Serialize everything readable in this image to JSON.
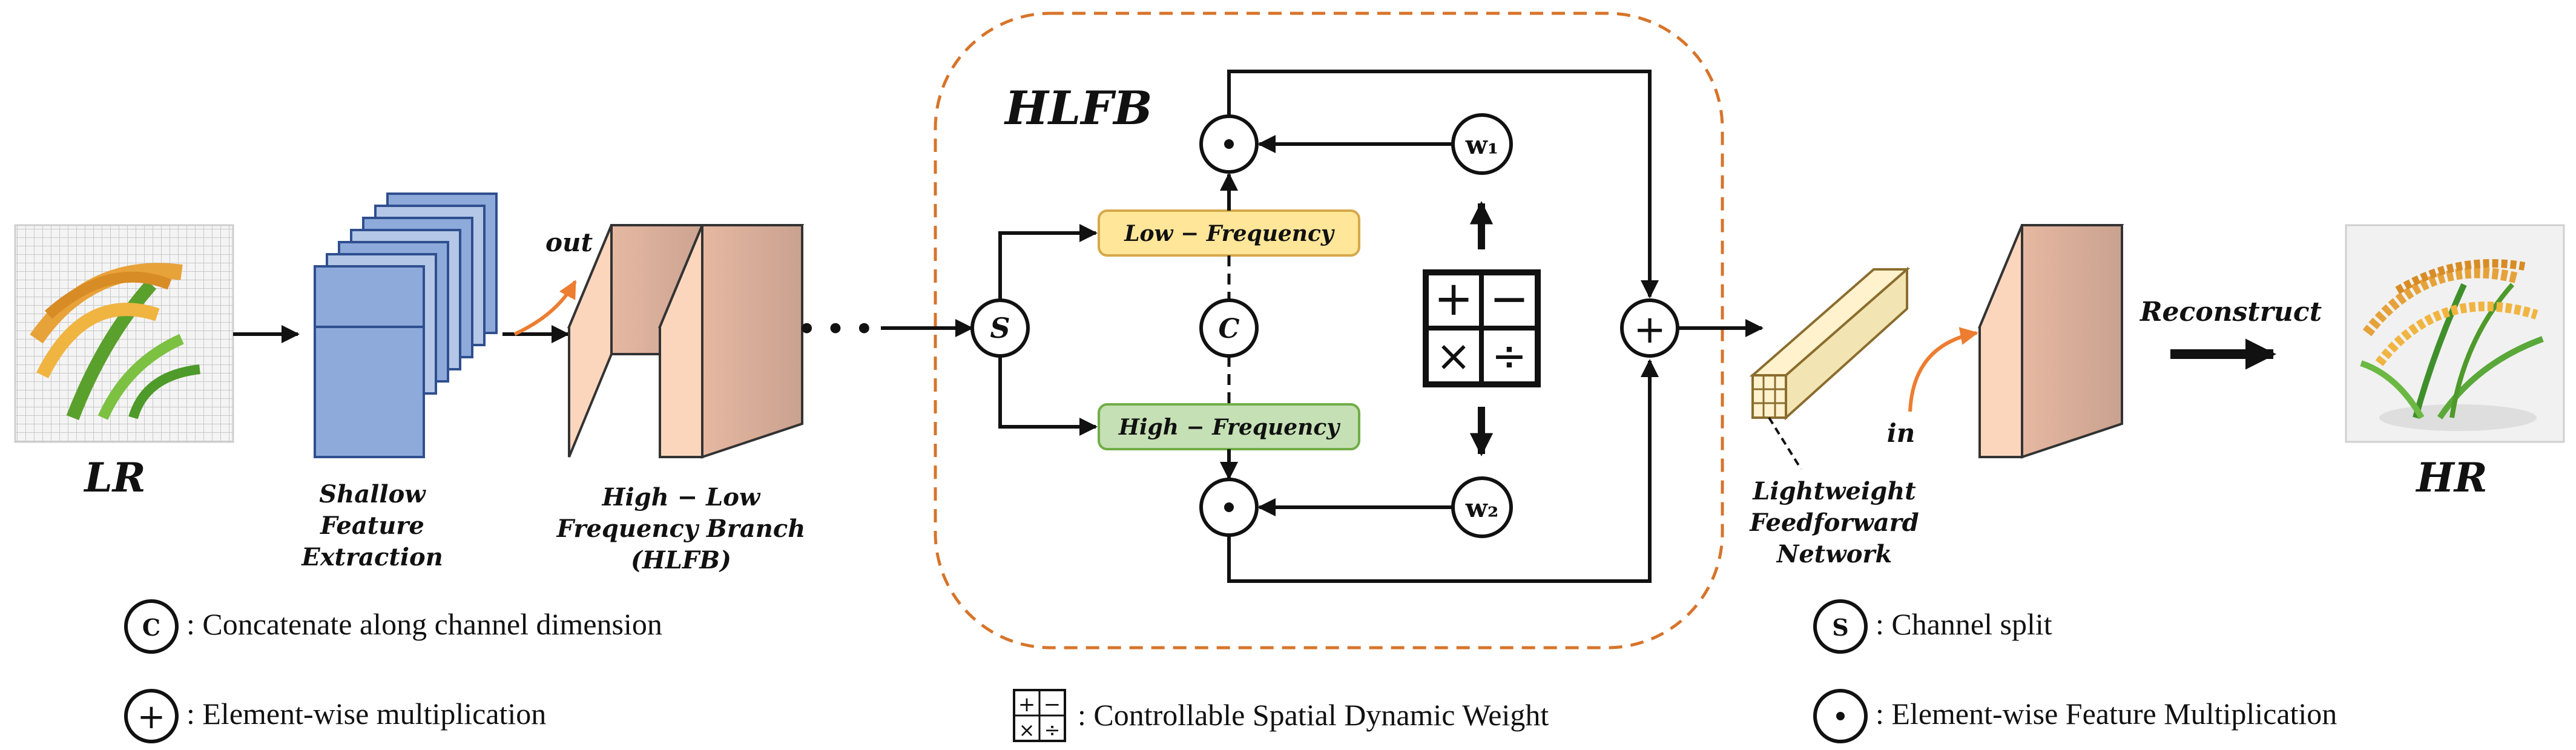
{
  "labels": {
    "lr": "LR",
    "hr": "HR",
    "shallow": [
      "Shallow",
      "Feature",
      "Extraction"
    ],
    "hlfb_branch": [
      "High − Low",
      "Frequency Branch",
      "(HLFB)"
    ],
    "out": "out",
    "in": "in",
    "hlfb_title": "HLFB",
    "low_freq": "Low − Frequency",
    "high_freq": "High − Frequency",
    "concat_symbol": "C",
    "split_symbol": "S",
    "w1": "w₁",
    "w2": "w₂",
    "lffn": [
      "Lightweight",
      "Feedforward",
      "Network"
    ],
    "reconstruct": "Reconstruct",
    "ellipsis": "• • •"
  },
  "legend": {
    "concat": ": Concatenate along channel dimension",
    "add": ": Element-wise multiplication",
    "csdw": ": Controllable Spatial Dynamic Weight",
    "split": ": Channel split",
    "dot": ": Element-wise Feature Multiplication"
  },
  "colors": {
    "feature_blue": "#8eaadb",
    "feature_blue_light": "#b4c7e7",
    "block_front": "#f8cbad",
    "block_side": "#d9b09a",
    "low_freq_fill": "#ffe699",
    "low_freq_border": "#d6a84a",
    "high_freq_fill": "#c5e0b4",
    "high_freq_border": "#70ad47",
    "dashed_border": "#d7742a",
    "out_arrow": "#ed7d31",
    "lffn_fill": "#fff2cc"
  }
}
